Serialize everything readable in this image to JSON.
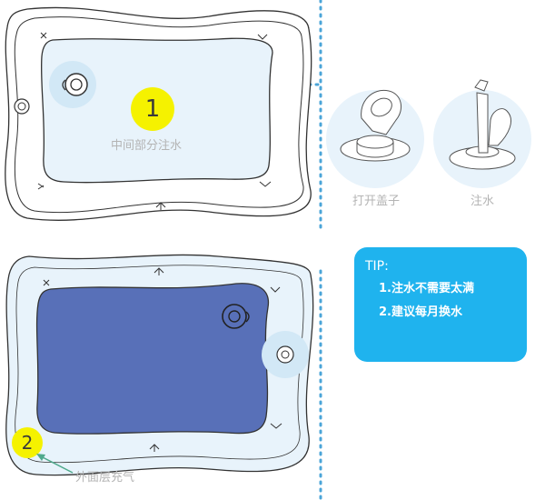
{
  "steps": [
    {
      "number": "1",
      "caption": "中间部分注水"
    },
    {
      "number": "2",
      "caption": "外面层充气"
    }
  ],
  "detail_labels": [
    "打开盖子",
    "注水"
  ],
  "tip": {
    "title": "TIP:",
    "items": [
      "1.注水不需要太满",
      "2.建议每月换水"
    ]
  },
  "colors": {
    "outline": "#333333",
    "mat_light": "#e8f3fb",
    "water_fill": "#5870b8",
    "dotted_guide": "#4ba5d8",
    "badge_yellow": "#f5f200",
    "tip_box": "#1fb3ee",
    "caption_gray": "#b4b4b4",
    "arrow_green": "#4fa98c"
  }
}
